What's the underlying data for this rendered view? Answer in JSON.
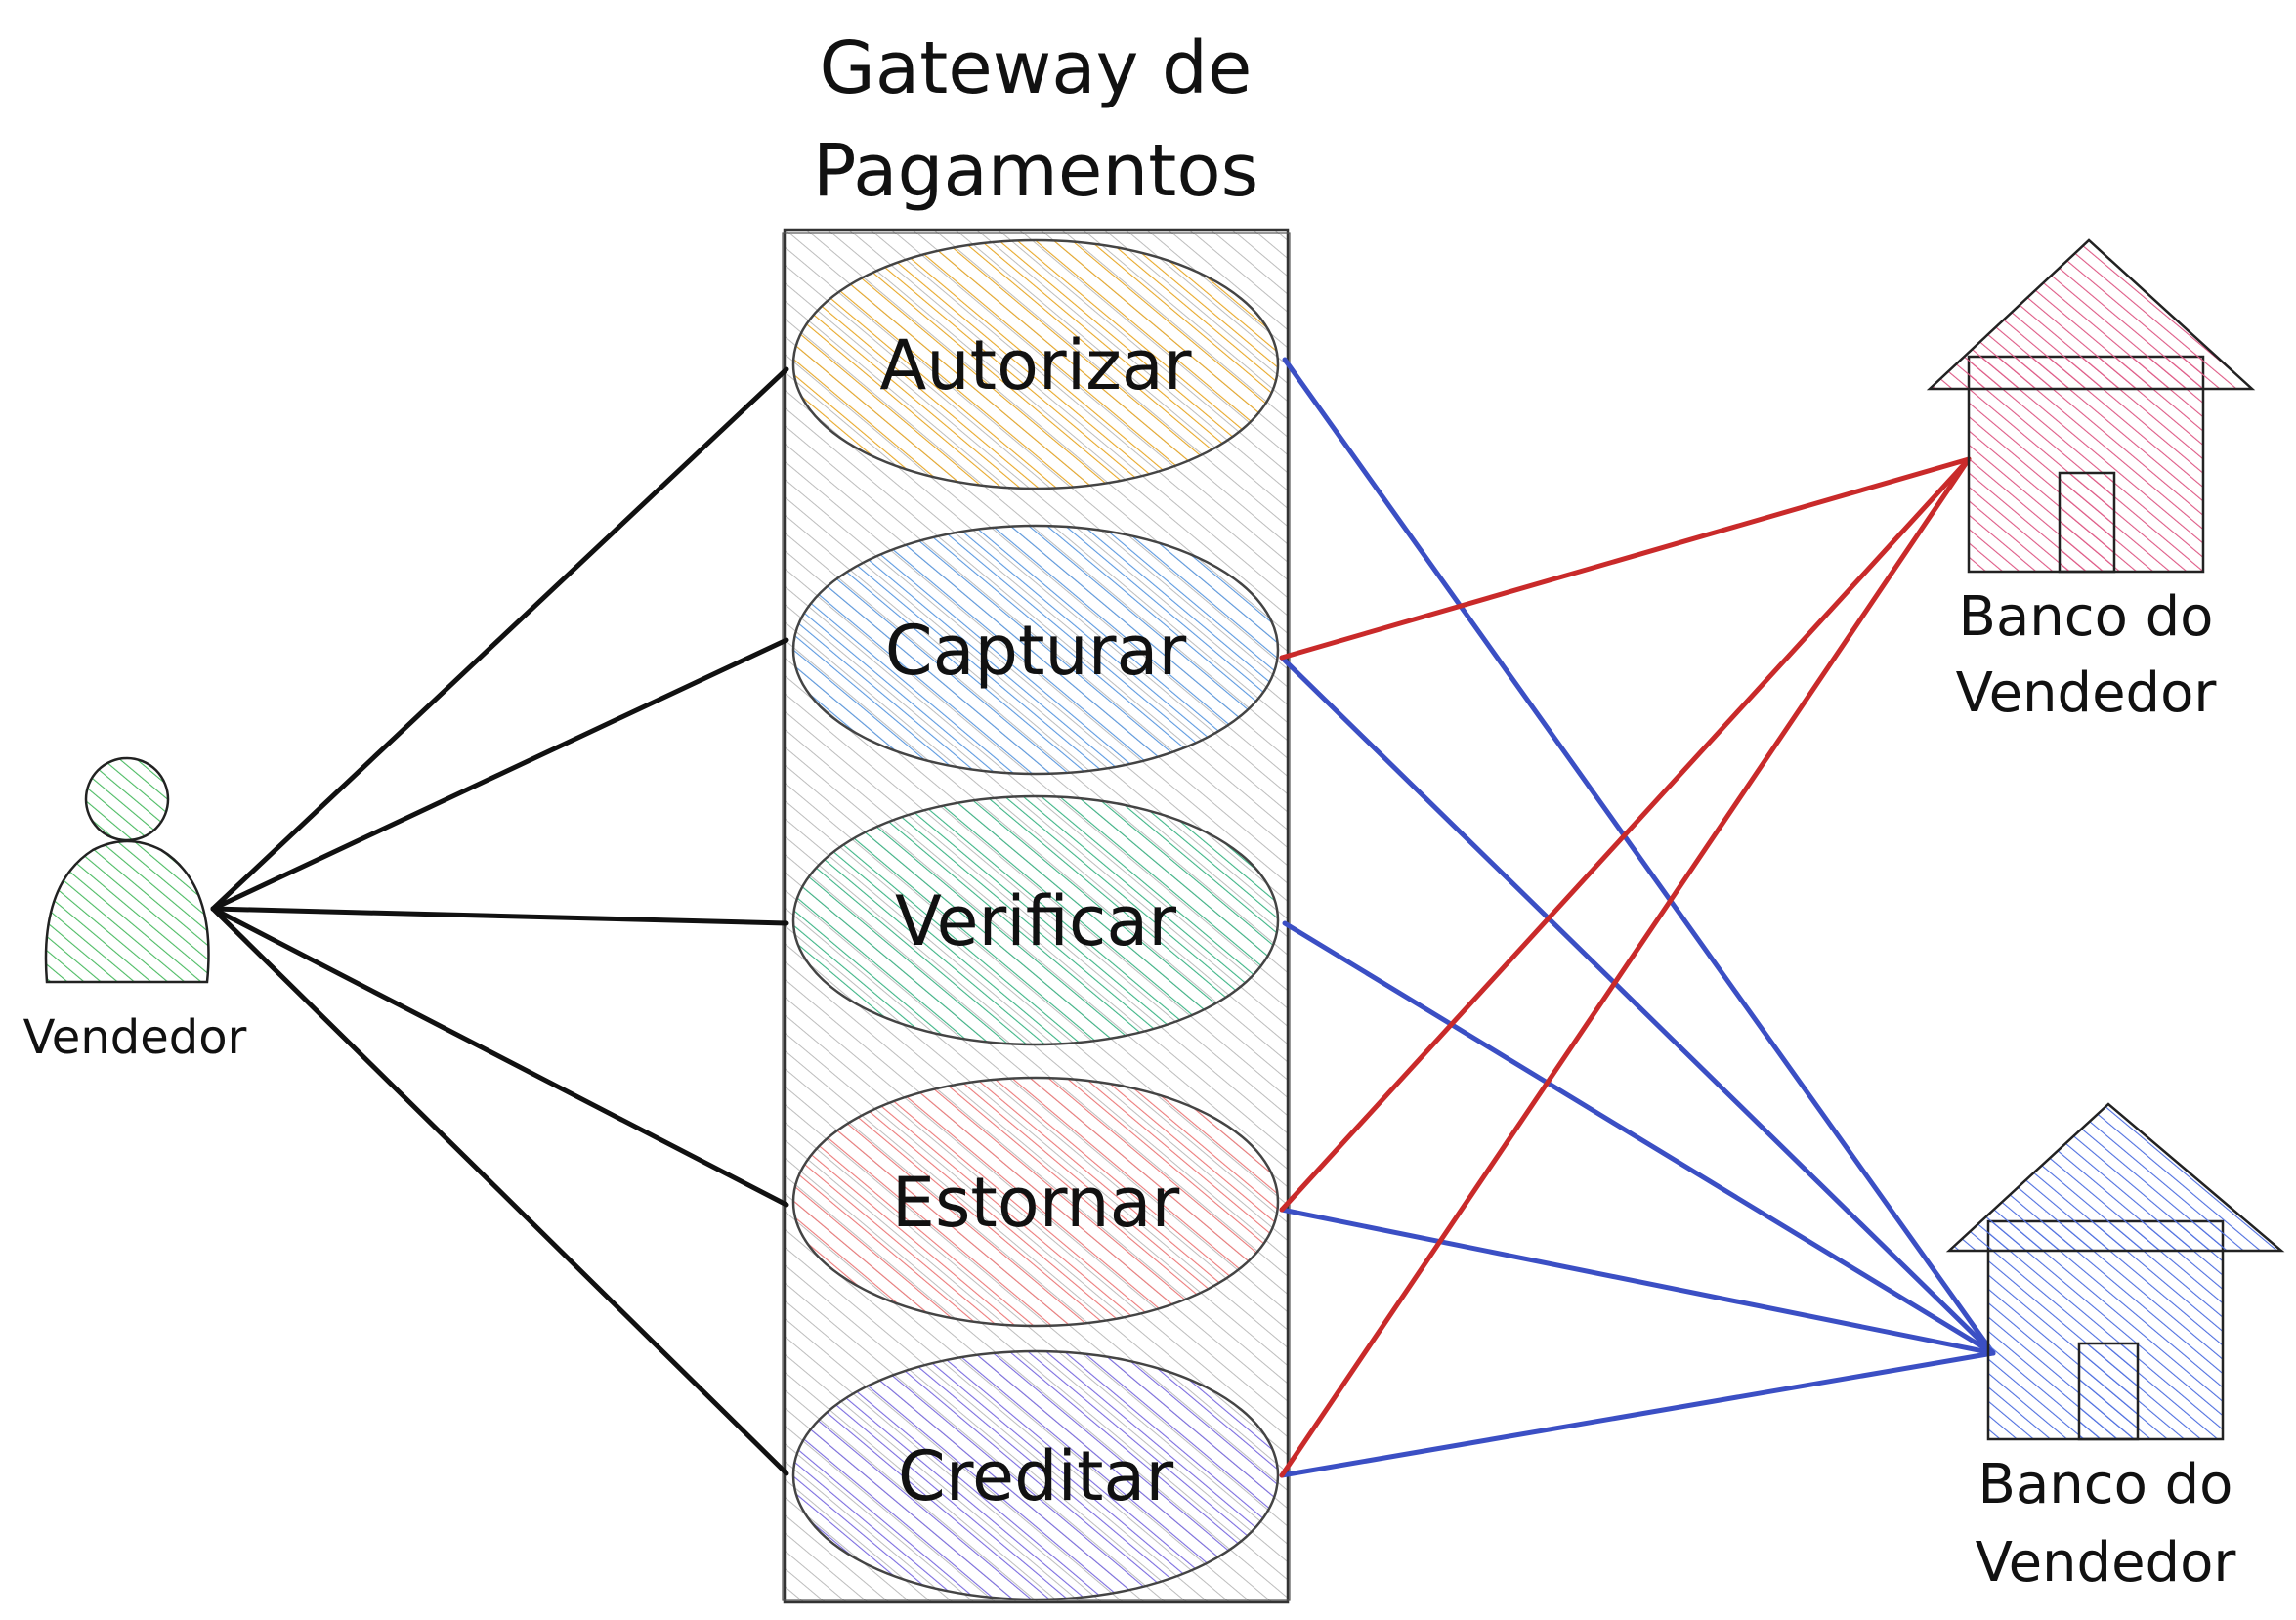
{
  "title": [
    "Gateway de",
    "Pagamentos"
  ],
  "actor": {
    "label": "Vendedor",
    "color": "#2f9e44"
  },
  "use_cases": [
    {
      "id": "autorizar",
      "label": "Autorizar",
      "fill": "#f3c253",
      "stroke": "#e0a821"
    },
    {
      "id": "capturar",
      "label": "Capturar",
      "fill": "#7fb2e8",
      "stroke": "#4a8ad3"
    },
    {
      "id": "verificar",
      "label": "Verificar",
      "fill": "#6cc9a0",
      "stroke": "#35a877"
    },
    {
      "id": "estornar",
      "label": "Estornar",
      "fill": "#f29a9a",
      "stroke": "#e06262"
    },
    {
      "id": "creditar",
      "label": "Creditar",
      "fill": "#9b8ee6",
      "stroke": "#6a5bd6"
    }
  ],
  "banks": [
    {
      "id": "bank-red",
      "label": [
        "Banco do",
        "Vendedor"
      ],
      "color": "#d9487a"
    },
    {
      "id": "bank-blue",
      "label": [
        "Banco do",
        "Vendedor"
      ],
      "color": "#4263d6"
    }
  ],
  "colors": {
    "actor_lines": "#111111",
    "red_lines": "#c92a2a",
    "blue_lines": "#3b4fc4",
    "boundary_fill": "#d9d9d9"
  },
  "connections": {
    "actor": [
      "autorizar",
      "capturar",
      "verificar",
      "estornar",
      "creditar"
    ],
    "bank-red": [
      "capturar",
      "estornar",
      "creditar"
    ],
    "bank-blue": [
      "autorizar",
      "capturar",
      "verificar",
      "estornar",
      "creditar"
    ]
  }
}
